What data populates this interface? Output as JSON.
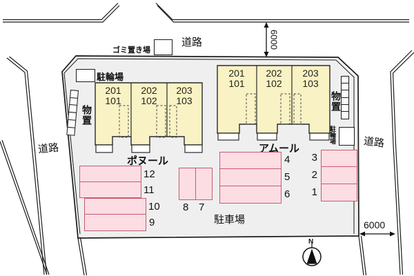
{
  "labels": {
    "road_top": "道路",
    "road_left": "道路",
    "road_right": "道路",
    "garbage": "ゴミ置き場",
    "bicycle_top": "駐輪場",
    "bicycle_right": "駐輪場",
    "storage_left": "物置",
    "storage_right": "物置",
    "parking_lot": "駐車場",
    "north": "N",
    "dim_top": "6000",
    "dim_right": "6000"
  },
  "buildings": [
    {
      "name": "ポヌール",
      "units": [
        {
          "upper": "201",
          "lower": "101"
        },
        {
          "upper": "202",
          "lower": "102"
        },
        {
          "upper": "203",
          "lower": "103"
        }
      ]
    },
    {
      "name": "アムール",
      "units": [
        {
          "upper": "201",
          "lower": "101"
        },
        {
          "upper": "202",
          "lower": "102"
        },
        {
          "upper": "203",
          "lower": "103"
        }
      ]
    }
  ],
  "parking": {
    "block_nw": [
      "12",
      "11"
    ],
    "block_w": [
      "10",
      "9"
    ],
    "block_center": [
      "8",
      "7"
    ],
    "block_mid": [
      "4",
      "5",
      "6"
    ],
    "block_e": [
      "3",
      "2",
      "1"
    ]
  },
  "colors": {
    "site_fill": "#efefef",
    "building_fill": "#f8f2c4",
    "parking_fill": "#fbdde3",
    "parking_border": "#c75b6e",
    "line": "#1a1a1a"
  }
}
